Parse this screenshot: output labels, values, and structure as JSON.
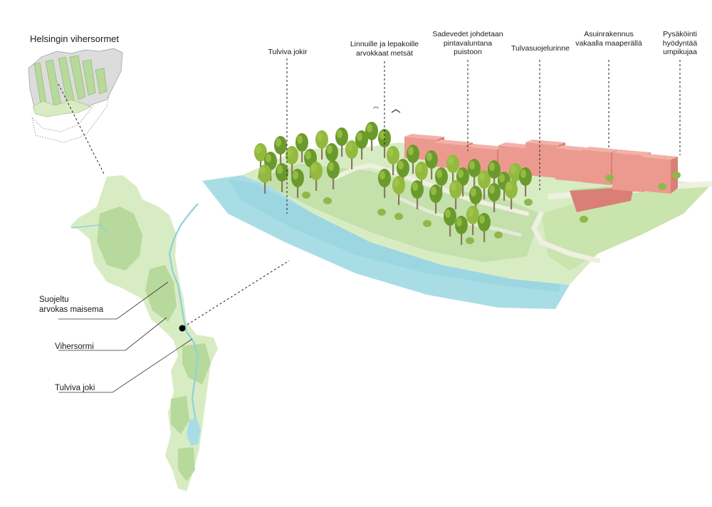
{
  "title": "Helsingin vihersormet",
  "callouts_top": [
    {
      "id": "tulviva-jokir",
      "text": "Tulviva jokir"
    },
    {
      "id": "metsat",
      "text": "Linnuille ja lepakoille\narvokkaat metsät"
    },
    {
      "id": "sadevedet",
      "text": "Sadevedet johdetaan\npintavaluntana\npuistoon"
    },
    {
      "id": "tulvasuojelu",
      "text": "Tulvasuojelurinne"
    },
    {
      "id": "asuinrakennus",
      "text": "Asuinrakennus\nvakaalla maaperällä"
    },
    {
      "id": "pysakointi",
      "text": "Pysäköinti\nhyödyntää\numpikujaa"
    }
  ],
  "callouts_left": [
    {
      "id": "suojeltu",
      "text": "Suojeltu\narvokas maisema"
    },
    {
      "id": "vihersormi",
      "text": "Vihersormi"
    },
    {
      "id": "tulviva-joki",
      "text": "Tulviva joki"
    }
  ],
  "colors": {
    "light_green": "#d8ecc4",
    "mid_green": "#b7d99b",
    "dark_green": "#a3cc85",
    "water": "#a9dde6",
    "water_dark": "#8fd0dc",
    "building": "#ec9a90",
    "building_shade": "#d97f76",
    "tree_top": "#6a9a2c",
    "tree_top_light": "#93b93f",
    "trunk": "#8a7a5c",
    "grey_map": "#dcdcdc",
    "path": "#eef0e0"
  }
}
